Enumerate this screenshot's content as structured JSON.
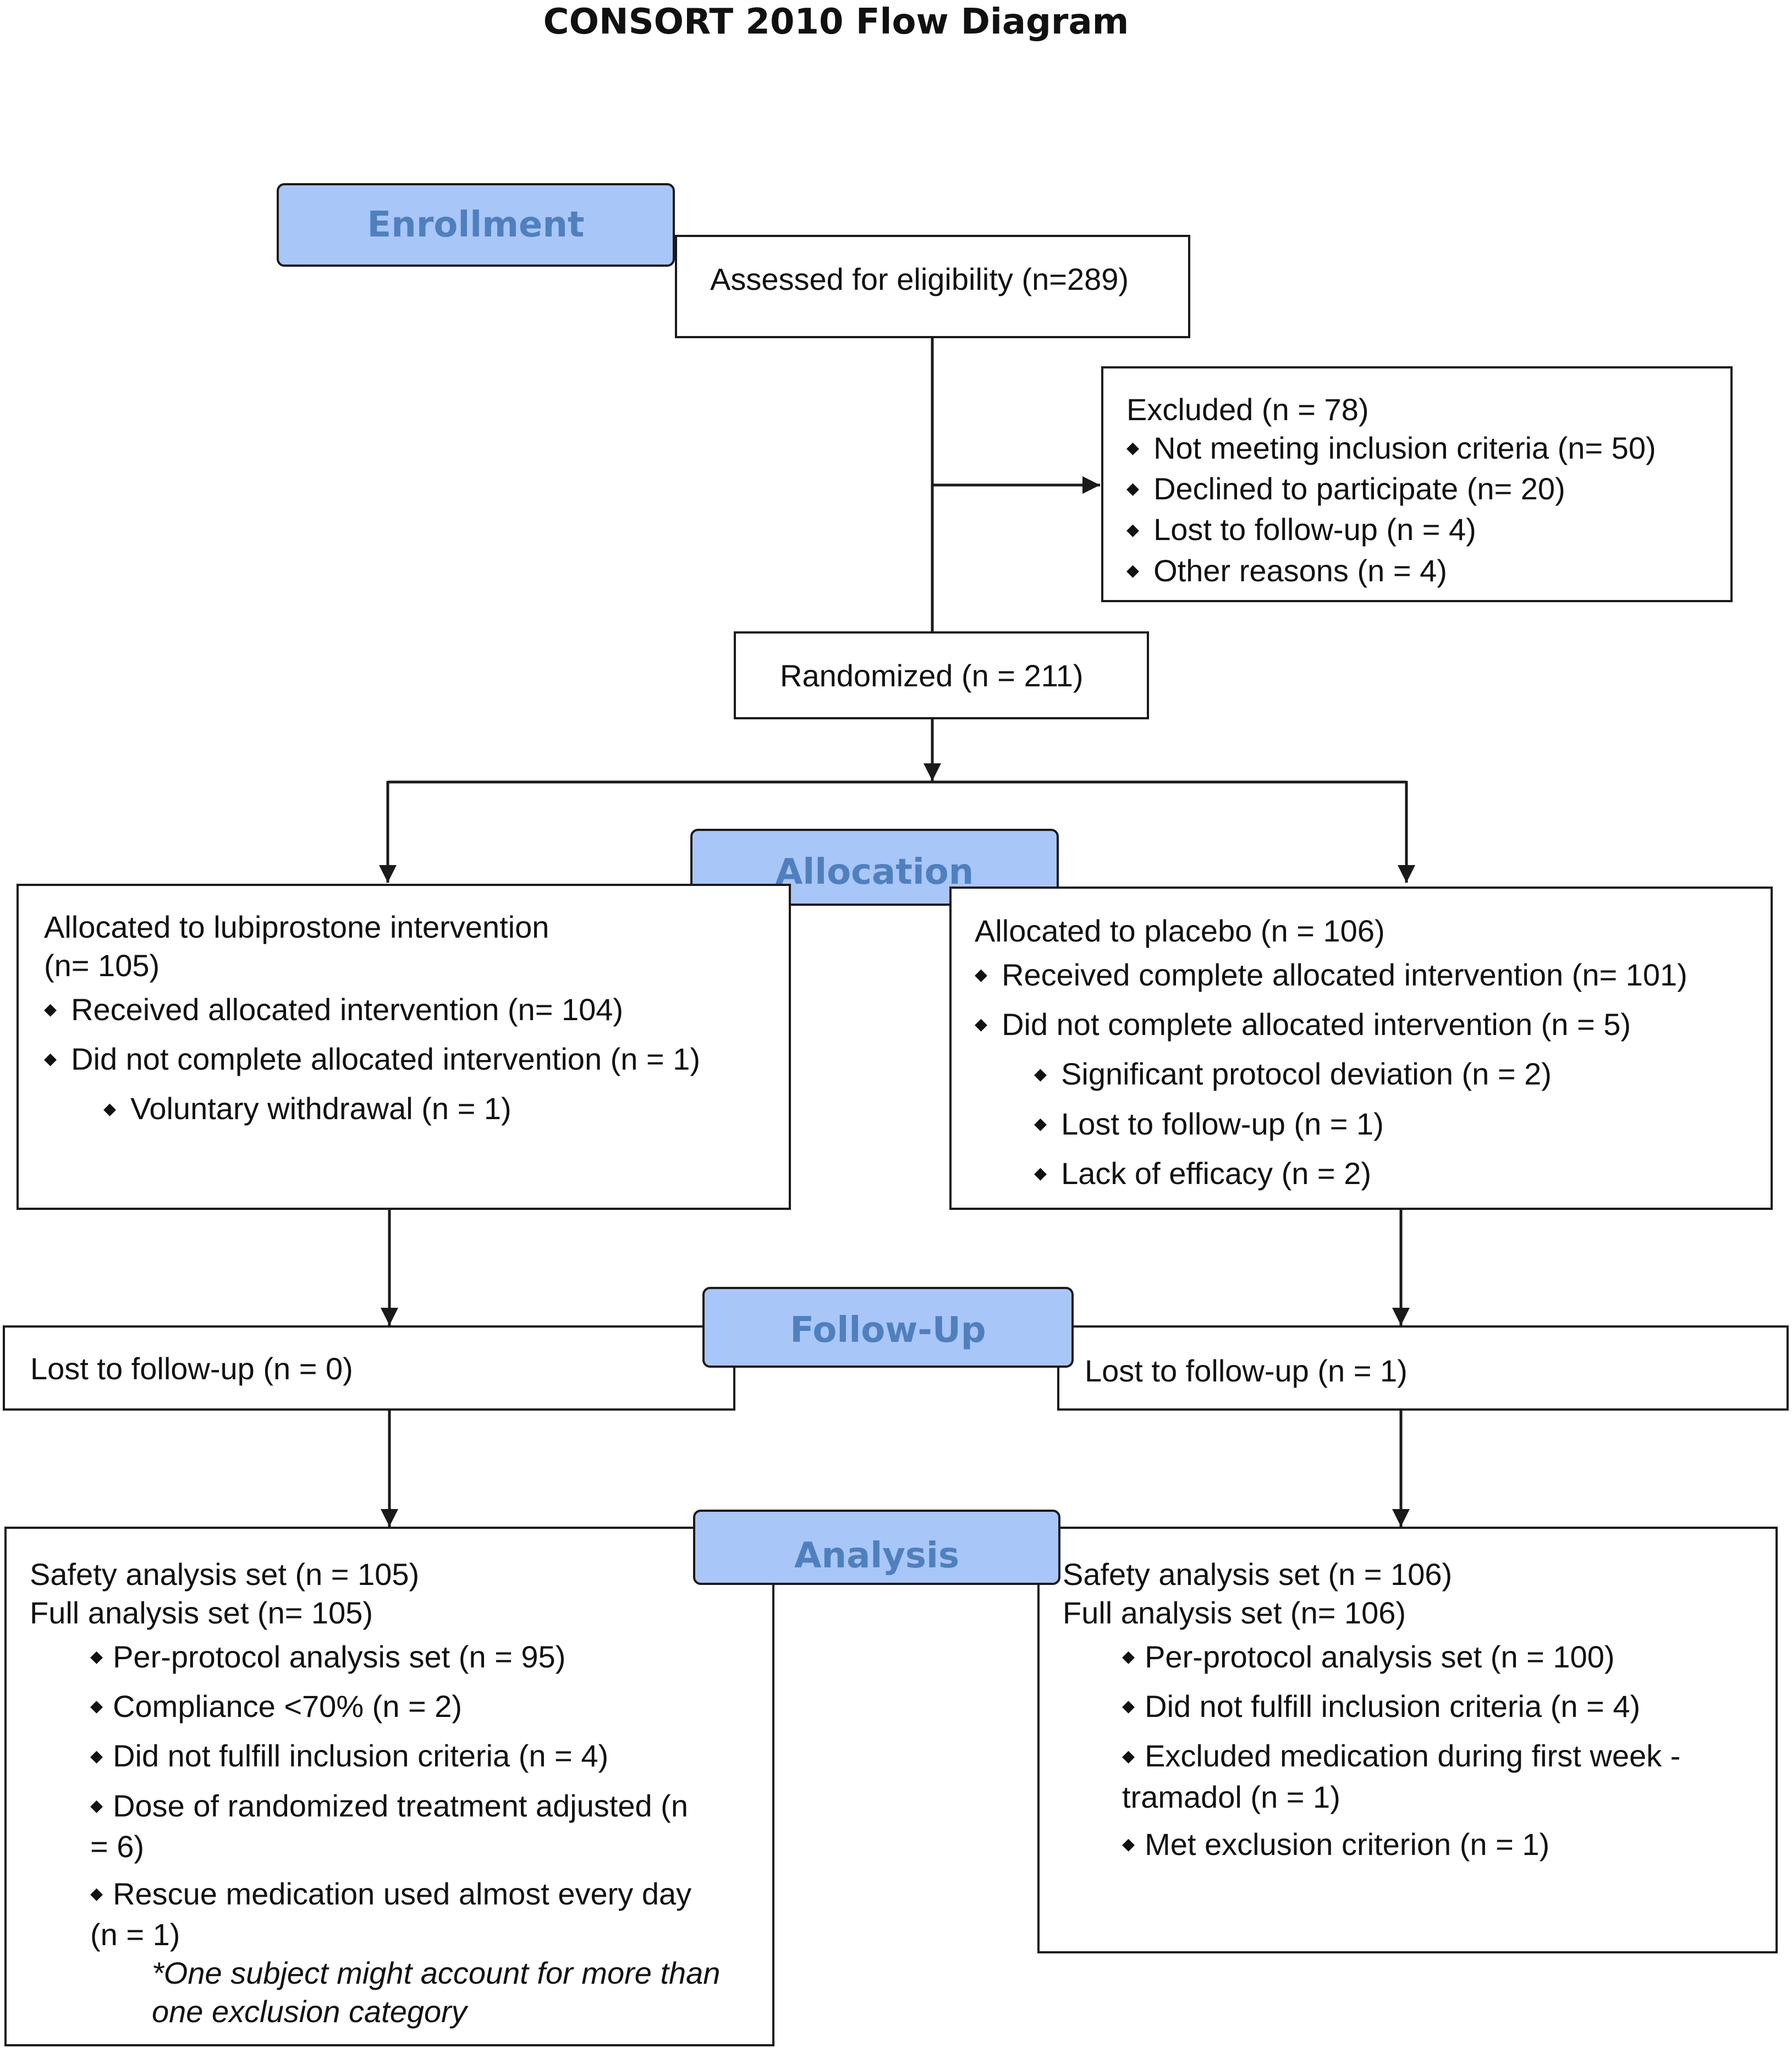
{
  "title": "CONSORT 2010 Flow Diagram",
  "phases": {
    "enrollment": "Enrollment",
    "allocation": "Allocation",
    "follow_up": "Follow-Up",
    "analysis": "Analysis"
  },
  "assessed": "Assessed for eligibility (n=289)",
  "excluded": {
    "header": "Excluded (n = 78)",
    "items": [
      "Not meeting inclusion criteria (n= 50)",
      "Declined to participate (n= 20)",
      "Lost to follow-up (n = 4)",
      "Other reasons (n = 4)"
    ]
  },
  "randomized": "Randomized (n = 211)",
  "allocation_left": {
    "header_line1": "Allocated to lubiprostone intervention",
    "header_line2": "(n= 105)",
    "items": [
      "Received allocated intervention (n= 104)",
      "Did not complete allocated intervention (n = 1)"
    ],
    "subitems": [
      "Voluntary withdrawal (n = 1)"
    ]
  },
  "allocation_right": {
    "header": "Allocated to placebo (n = 106)",
    "items": [
      "Received complete allocated intervention (n= 101)",
      "Did not complete allocated intervention (n = 5)"
    ],
    "subitems": [
      "Significant protocol deviation (n = 2)",
      "Lost to follow-up (n = 1)",
      "Lack of efficacy (n = 2)"
    ]
  },
  "followup_left": "Lost to follow-up (n = 0)",
  "followup_right": "Lost to follow-up (n = 1)",
  "analysis_left": {
    "line1": "Safety analysis set (n = 105)",
    "line2": "Full analysis set (n= 105)",
    "items": [
      "Per-protocol analysis set (n = 95)",
      "Compliance <70% (n = 2)",
      "Did not fulfill inclusion criteria (n = 4)",
      "Dose of randomized treatment adjusted (n",
      "= 6)",
      "Rescue medication used almost every day",
      "(n = 1)"
    ],
    "note_line1": "*One subject might account for more than",
    "note_line2": "one exclusion category"
  },
  "analysis_right": {
    "line1": "Safety analysis set (n = 106)",
    "line2": "Full analysis set (n= 106)",
    "items": [
      "Per-protocol analysis set (n = 100)",
      "Did not fulfill inclusion criteria (n = 4)",
      "Excluded medication during first week -",
      "tramadol (n = 1)",
      "Met exclusion criterion (n = 1)"
    ]
  },
  "colors": {
    "phase_fill": "#a9c6f8",
    "phase_text": "#4f80bd",
    "border": "#1a1a1a"
  }
}
